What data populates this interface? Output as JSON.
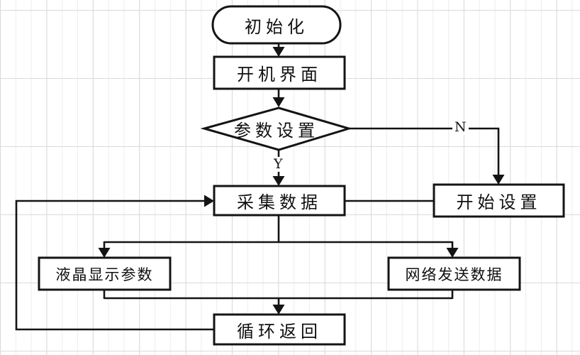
{
  "diagram": {
    "type": "flowchart",
    "colors": {
      "ink": "#141414",
      "paper": "#ffffff",
      "grid_minor": "#ededed",
      "grid_major": "#d9d9d9"
    },
    "nodes": {
      "start": {
        "type": "terminator",
        "label": "初始化"
      },
      "boot_screen": {
        "type": "process",
        "label": "开机界面"
      },
      "param_setting": {
        "type": "decision",
        "label": "参数设置"
      },
      "collect_data": {
        "type": "process",
        "label": "采集数据"
      },
      "start_setting": {
        "type": "process",
        "label": "开始设置"
      },
      "lcd_display": {
        "type": "process",
        "label": "液晶显示参数"
      },
      "network_send": {
        "type": "process",
        "label": "网络发送数据"
      },
      "loop_return": {
        "type": "process",
        "label": "循环返回"
      }
    },
    "edge_labels": {
      "yes": "Y",
      "no": "N"
    },
    "edges": [
      {
        "from": "start",
        "to": "boot_screen",
        "label": ""
      },
      {
        "from": "boot_screen",
        "to": "param_setting",
        "label": ""
      },
      {
        "from": "param_setting",
        "to": "collect_data",
        "label": "Y"
      },
      {
        "from": "param_setting",
        "to": "start_setting",
        "label": "N"
      },
      {
        "from": "start_setting",
        "to": "collect_data",
        "label": ""
      },
      {
        "from": "collect_data",
        "to": "lcd_display",
        "label": ""
      },
      {
        "from": "collect_data",
        "to": "network_send",
        "label": ""
      },
      {
        "from": "lcd_display",
        "to": "loop_return",
        "label": ""
      },
      {
        "from": "network_send",
        "to": "loop_return",
        "label": ""
      },
      {
        "from": "loop_return",
        "to": "collect_data",
        "label": ""
      }
    ]
  }
}
